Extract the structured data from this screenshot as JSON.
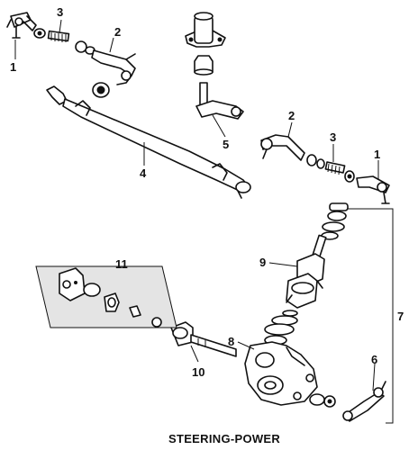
{
  "diagram": {
    "title": "STEERING-POWER",
    "callouts": [
      {
        "id": "c1a",
        "label": "1"
      },
      {
        "id": "c3a",
        "label": "3"
      },
      {
        "id": "c2a",
        "label": "2"
      },
      {
        "id": "c4",
        "label": "4"
      },
      {
        "id": "c5",
        "label": "5"
      },
      {
        "id": "c2b",
        "label": "2"
      },
      {
        "id": "c3b",
        "label": "3"
      },
      {
        "id": "c1b",
        "label": "1"
      },
      {
        "id": "c7",
        "label": "7"
      },
      {
        "id": "c9",
        "label": "9"
      },
      {
        "id": "c11",
        "label": "11"
      },
      {
        "id": "c8",
        "label": "8"
      },
      {
        "id": "c10",
        "label": "10"
      },
      {
        "id": "c6",
        "label": "6"
      }
    ]
  },
  "colors": {
    "ink": "#111111",
    "background": "#ffffff",
    "kit_panel_fill": "#e4e4e4"
  }
}
